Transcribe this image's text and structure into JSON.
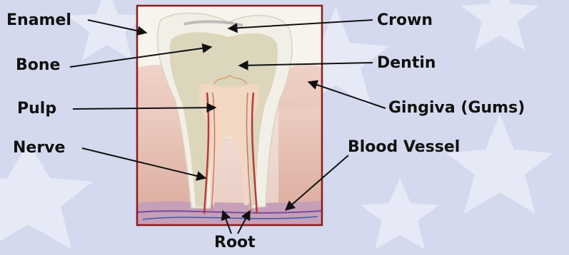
{
  "labels": {
    "enamel": "Enamel",
    "crown": "Crown",
    "bone": "Bone",
    "dentin": "Dentin",
    "pulp": "Pulp",
    "gingiva": "Gingiva (Gums)",
    "nerve": "Nerve",
    "blood_vessel": "Blood Vessel",
    "root": "Root"
  },
  "colors": {
    "background": "#d4d9ee",
    "frame": "#8a1c1c",
    "gum": "#e8b9ad",
    "tooth": "#efeadb",
    "dentin": "#d9d3b8",
    "pulp": "#f3c9b7",
    "vessel": "#b83a3a",
    "nerve": "#c07a6a"
  }
}
